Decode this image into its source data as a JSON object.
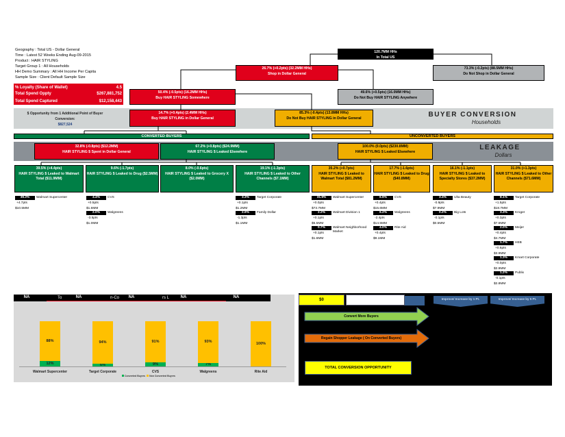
{
  "info": {
    "lines": [
      "Geography : Total US - Dollar General",
      "Time : Latest 52 Weeks Ending Aug-09-2015",
      "Product : HAIR STYLING",
      "Target Group 1 : All Households",
      "HH Demo Summary : All HH Income Per Capita",
      "Sample Size : Client Default Sample Size"
    ]
  },
  "summary": {
    "loyalty_label": "% Loyalty (Share of Wallet)",
    "loyalty_value": "4.5",
    "spend_opp_label": "Total Spend Oppty",
    "spend_opp_value": "$267,881,752",
    "captured_label": "Total Spend Captured",
    "captured_value": "$12,158,443"
  },
  "opportunity": {
    "label": "$ Opportunity from 1 Additional Point of Buyer Conversion:",
    "value": "$827,524"
  },
  "sections": {
    "buyer_conversion": "BUYER CONVERSION",
    "households": "Households",
    "leakage": "LEAKAGE",
    "dollars": "Dollars",
    "converted": "CONVERTED BUYERS",
    "unconverted": "UNCONVERTED BUYERS"
  },
  "tree": {
    "total": {
      "l1": "120.7MM HHs",
      "l2": "In Total US"
    },
    "shop": {
      "l1": "26.7%  (+0.2pts) (32.2MM  HHs)",
      "l2": "Shop in Dollar General"
    },
    "noshop": {
      "l1": "73.3%  (-0.2pts)  (88.5MM  HHs)",
      "l2": "Do Not Shop in Dollar General"
    },
    "buysome": {
      "l1": "50.4%  (-0.5pts)  (16.2MM  HHs)",
      "l2": "Buy HAIR STYLING Somewhere"
    },
    "nobuyany": {
      "l1": "49.6%  (+0.5pts)  (16.0MM  HHs)",
      "l2": "Do Not Buy HAIR STYLING Anywhere"
    },
    "buydg": {
      "l1": "14.7%  (+0.4pts)  (2.4MM  HHs)",
      "l2": "Buy HAIR STYLING in Dollar General"
    },
    "nobuydg": {
      "l1": "85.3%  (-0.4pts)  (13.8MM  HHs)",
      "l2": "Do Not Buy HAIR STYLING in Dollar General"
    },
    "spentdg": {
      "l1": "32.8%  (-0.8pts)  ($12.2MM)",
      "l2": "HAIR STYLING $ Spent in Dollar General"
    },
    "leakconv": {
      "l1": "67.2%  (+0.8pts)  ($24.9MM)",
      "l2": "HAIR STYLING $ Leaked Elsewhere"
    },
    "leakunconv": {
      "l1": "100.0%  (0.0pts)  ($230.8MM)",
      "l2": "HAIR STYLING $ Leaked Elsewhere"
    },
    "c1": {
      "l1": "39.5% (+4.4pts)",
      "l2": "HAIR STYLING $ Leaked to Walmart Total ($11.9MM)"
    },
    "c2": {
      "l1": "9.6% (-1.7pts)",
      "l2": "HAIR STYLING $ Leaked to Drug ($2.5MM)"
    },
    "c3": {
      "l1": "8.0% (-0.6pts)",
      "l2": "HAIR STYLING $ Leaked to Grocery X ($2.0MM)"
    },
    "c4": {
      "l1": "19.1% (-1.3pts)",
      "l2": "HAIR STYLING $ Leaked to Other Channels ($7.1MM)"
    },
    "u1": {
      "l1": "35.2% (+0.7pts)",
      "l2": "HAIR STYLING $ Leaked to Walmart Total ($81.2MM)"
    },
    "u2": {
      "l1": "17.7% (-1.6pts)",
      "l2": "HAIR STYLING $ Leaked to Drug ($40.8MM)"
    },
    "u3": {
      "l1": "16.1% (-1.1pts)",
      "l2": "HAIR STYLING $ Leaked to Specialty Stores ($37.2MM)"
    },
    "u4": {
      "l1": "31.0% (+1.3pts)",
      "l2": "HAIR STYLING $ Leaked to Other Channels ($71.6MM)"
    }
  },
  "stores": [
    [
      {
        "pct": "39.2%",
        "name": "Walmart Supercenter",
        "change": "+4.7pts",
        "value": "$10.5MM"
      }
    ],
    [
      {
        "pct": "4.4%",
        "name": "CVS",
        "change": "+0.5pts",
        "value": "$1.6MM"
      },
      {
        "pct": "2.0%",
        "name": "Walgreens",
        "change": "-3.5pts",
        "value": "$1.0MM"
      }
    ],
    [
      {
        "pct": "3.3%",
        "name": "Target Corporate",
        "change": "+0.1pts",
        "value": "$1.2MM"
      },
      {
        "pct": "2.9%",
        "name": "Family Dollar",
        "change": "-1.3pts",
        "value": "$1.1MM"
      }
    ],
    [
      {
        "pct": "31.9%",
        "name": "Walmart Supercenter",
        "change": "+0.0pts",
        "value": "$73.7MM"
      },
      {
        "pct": "2.2%",
        "name": "Walmart Division 1",
        "change": "+0.1pts",
        "value": "$5.5MM"
      },
      {
        "pct": "0.7%",
        "name": "Walmart Neighborhood Market",
        "change": "+0.1pts",
        "value": "$1.6MM"
      }
    ],
    [
      {
        "pct": "6.9%",
        "name": "CVS",
        "change": "+0.4pts",
        "value": "$15.6MM"
      },
      {
        "pct": "6.2%",
        "name": "Walgreens",
        "change": "-2.4pts",
        "value": "$14.5MM"
      },
      {
        "pct": "4.0%",
        "name": "Rite Aid",
        "change": "+0.4pts",
        "value": "$9.1MM"
      }
    ],
    [
      {
        "pct": "3.4%",
        "name": "Ulta Beauty",
        "change": "-0.9pts",
        "value": "$7.9MM"
      },
      {
        "pct": "0.2%",
        "name": "Big Lots",
        "change": "-0.1pts",
        "value": "$0.5MM"
      }
    ],
    [
      {
        "pct": "8.1%",
        "name": "Target Corporate",
        "change": "+1.5pts",
        "value": "$18.7MM"
      },
      {
        "pct": "3.3%",
        "name": "Kroger",
        "change": "+0.3pts",
        "value": "$7.6MM"
      },
      {
        "pct": "2.0%",
        "name": "Meijer",
        "change": "+0.4pts",
        "value": "$4.7MM"
      },
      {
        "pct": "1.7%",
        "name": "HEB",
        "change": "+0.6pts",
        "value": "$3.9MM"
      },
      {
        "pct": "1.3%",
        "name": "Kmart Corporate",
        "change": "+0.0pts",
        "value": "$2.9MM"
      },
      {
        "pct": "1.2%",
        "name": "Publix",
        "change": "-0.1pts",
        "value": "$2.8MM"
      }
    ]
  ],
  "chart_header": {
    "na": [
      "NA",
      "NA",
      "NA",
      "NA",
      "NA"
    ],
    "fragments": [
      "To",
      "n-Co",
      "rs L"
    ]
  },
  "chart_data": {
    "type": "bar",
    "stacked": true,
    "categories": [
      "Walmart Supercenter",
      "Target Corporate",
      "CVS",
      "Walgreens",
      "Rite Aid"
    ],
    "series": [
      {
        "name": "Converted Buyers",
        "color": "#00b050",
        "values": [
          12,
          6,
          9,
          7,
          0
        ],
        "labels": [
          "12%",
          "6%",
          "9%",
          "7%",
          ""
        ]
      },
      {
        "name": "Non Converted Buyers",
        "color": "#ffc000",
        "values": [
          88,
          94,
          91,
          93,
          100
        ],
        "labels": [
          "88%",
          "94%",
          "91%",
          "93%",
          "100%"
        ]
      }
    ],
    "ylim": [
      0,
      100
    ],
    "legend": "bottom"
  },
  "actions": {
    "zero": "$0",
    "improve1": "Improve/ Increase by 1 Pt.",
    "improve5": "Improve/ Increase by 5 Pt.",
    "convert": "Convert More Buyers",
    "regain": "Regain Shopper Leakage ( On Converted Buyers)",
    "total": "TOTAL CONVERSION OPPORTUNITY"
  }
}
